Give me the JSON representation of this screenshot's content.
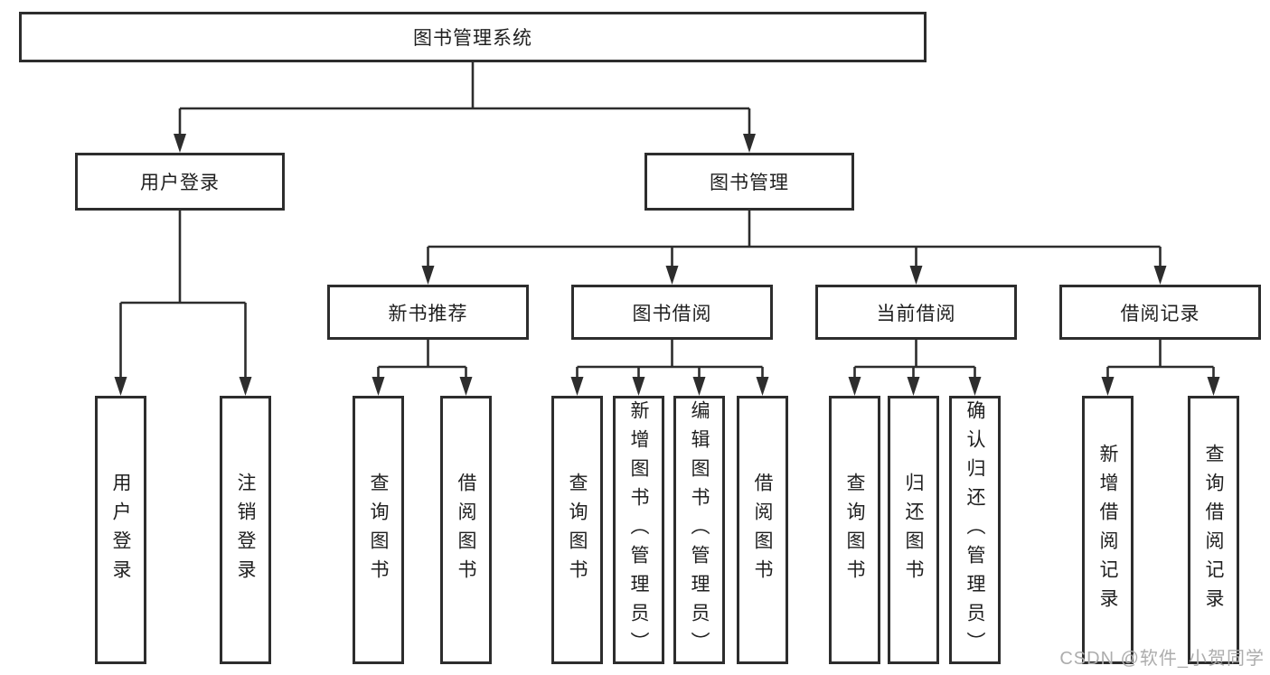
{
  "tree": {
    "root": {
      "label": "图书管理系统",
      "children": [
        {
          "label": "用户登录",
          "children": [
            {
              "label": "用户登录"
            },
            {
              "label": "注销登录"
            }
          ]
        },
        {
          "label": "图书管理",
          "children": [
            {
              "label": "新书推荐",
              "children": [
                {
                  "label": "查询图书"
                },
                {
                  "label": "借阅图书"
                }
              ]
            },
            {
              "label": "图书借阅",
              "children": [
                {
                  "label": "查询图书"
                },
                {
                  "label": "新增图书（管理员）"
                },
                {
                  "label": "编辑图书（管理员）"
                },
                {
                  "label": "借阅图书"
                }
              ]
            },
            {
              "label": "当前借阅",
              "children": [
                {
                  "label": "查询图书"
                },
                {
                  "label": "归还图书"
                },
                {
                  "label": "确认归还（管理员）"
                }
              ]
            },
            {
              "label": "借阅记录",
              "children": [
                {
                  "label": "新增借阅记录"
                },
                {
                  "label": "查询借阅记录"
                }
              ]
            }
          ]
        }
      ]
    }
  },
  "watermark": {
    "text": "CSDN @软件_小贺同学",
    "color": "#adadad"
  },
  "colors": {
    "line": "#2d2d2d",
    "box_border": "#2d2d2d",
    "text": "#1f1f1f",
    "background": "#ffffff"
  }
}
